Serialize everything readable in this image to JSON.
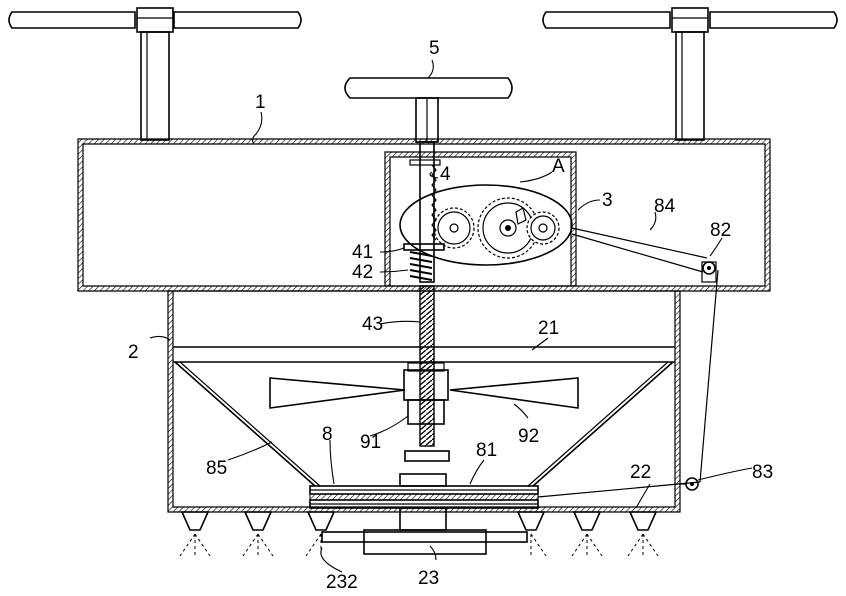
{
  "labels": {
    "l1": "1",
    "l2": "2",
    "l3": "3",
    "l4": "4",
    "l5": "5",
    "l8": "8",
    "l21": "21",
    "l22": "22",
    "l23": "23",
    "l41": "41",
    "l42": "42",
    "l43": "43",
    "l81": "81",
    "l82": "82",
    "l83": "83",
    "l84": "84",
    "l85": "85",
    "l91": "91",
    "l92": "92",
    "l232": "232",
    "lA": "A"
  }
}
